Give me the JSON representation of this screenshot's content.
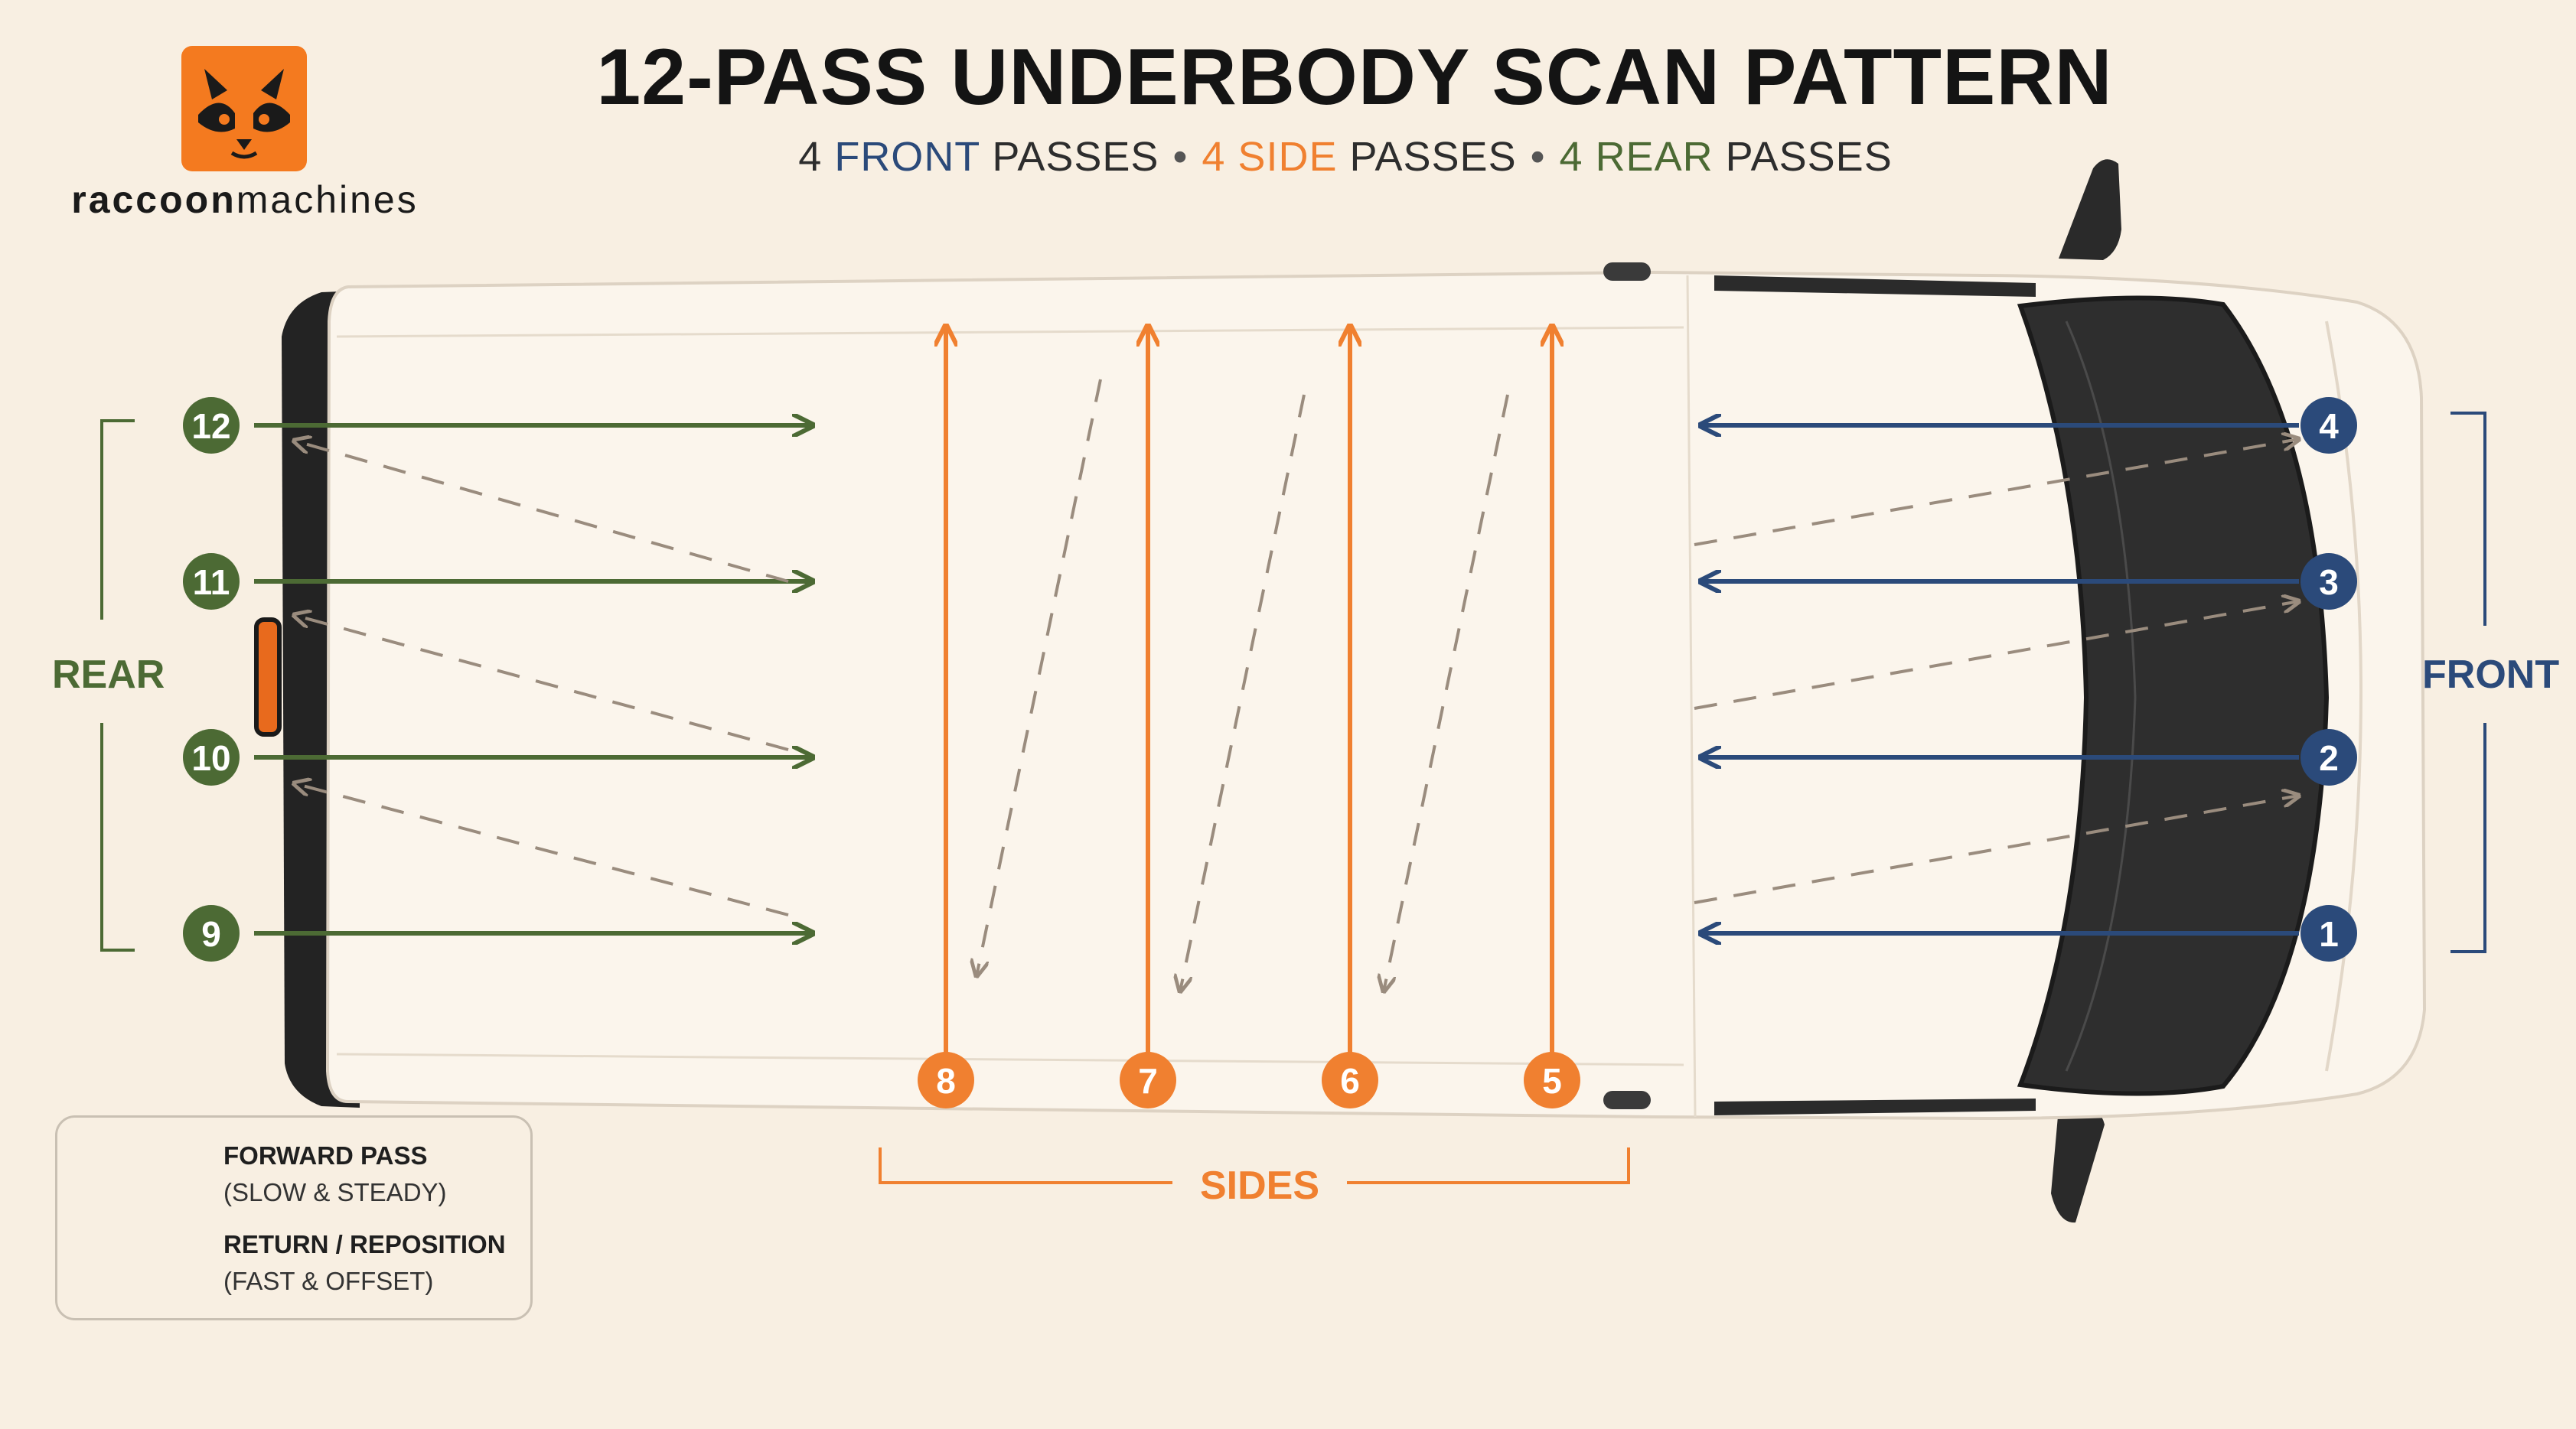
{
  "brand": {
    "logo_bold": "raccoon",
    "logo_light": "machines",
    "logo_color": "#f47a1f"
  },
  "title": "12-PASS UNDERBODY SCAN PATTERN",
  "subtitle": {
    "front": {
      "count": "4",
      "word": "FRONT",
      "suffix": "PASSES"
    },
    "side": {
      "count": "4",
      "word": "SIDE",
      "suffix": "PASSES"
    },
    "rear": {
      "count": "4",
      "word": "REAR",
      "suffix": "PASSES"
    },
    "separator": "•"
  },
  "labels": {
    "rear": "REAR",
    "front": "FRONT",
    "sides": "SIDES"
  },
  "colors": {
    "front": "#2b4a7a",
    "side": "#f08030",
    "rear": "#4c6a34",
    "return": "#9a8c7e",
    "background": "#f8efe2",
    "van_body": "#fbf5ec"
  },
  "passes": {
    "front": [
      {
        "number": "1"
      },
      {
        "number": "2"
      },
      {
        "number": "3"
      },
      {
        "number": "4"
      }
    ],
    "side": [
      {
        "number": "5"
      },
      {
        "number": "6"
      },
      {
        "number": "7"
      },
      {
        "number": "8"
      }
    ],
    "rear": [
      {
        "number": "9"
      },
      {
        "number": "10"
      },
      {
        "number": "11"
      },
      {
        "number": "12"
      }
    ]
  },
  "legend": {
    "forward_title": "FORWARD PASS",
    "forward_sub": "(SLOW & STEADY)",
    "return_title": "RETURN / REPOSITION",
    "return_sub": "(FAST & OFFSET)"
  }
}
